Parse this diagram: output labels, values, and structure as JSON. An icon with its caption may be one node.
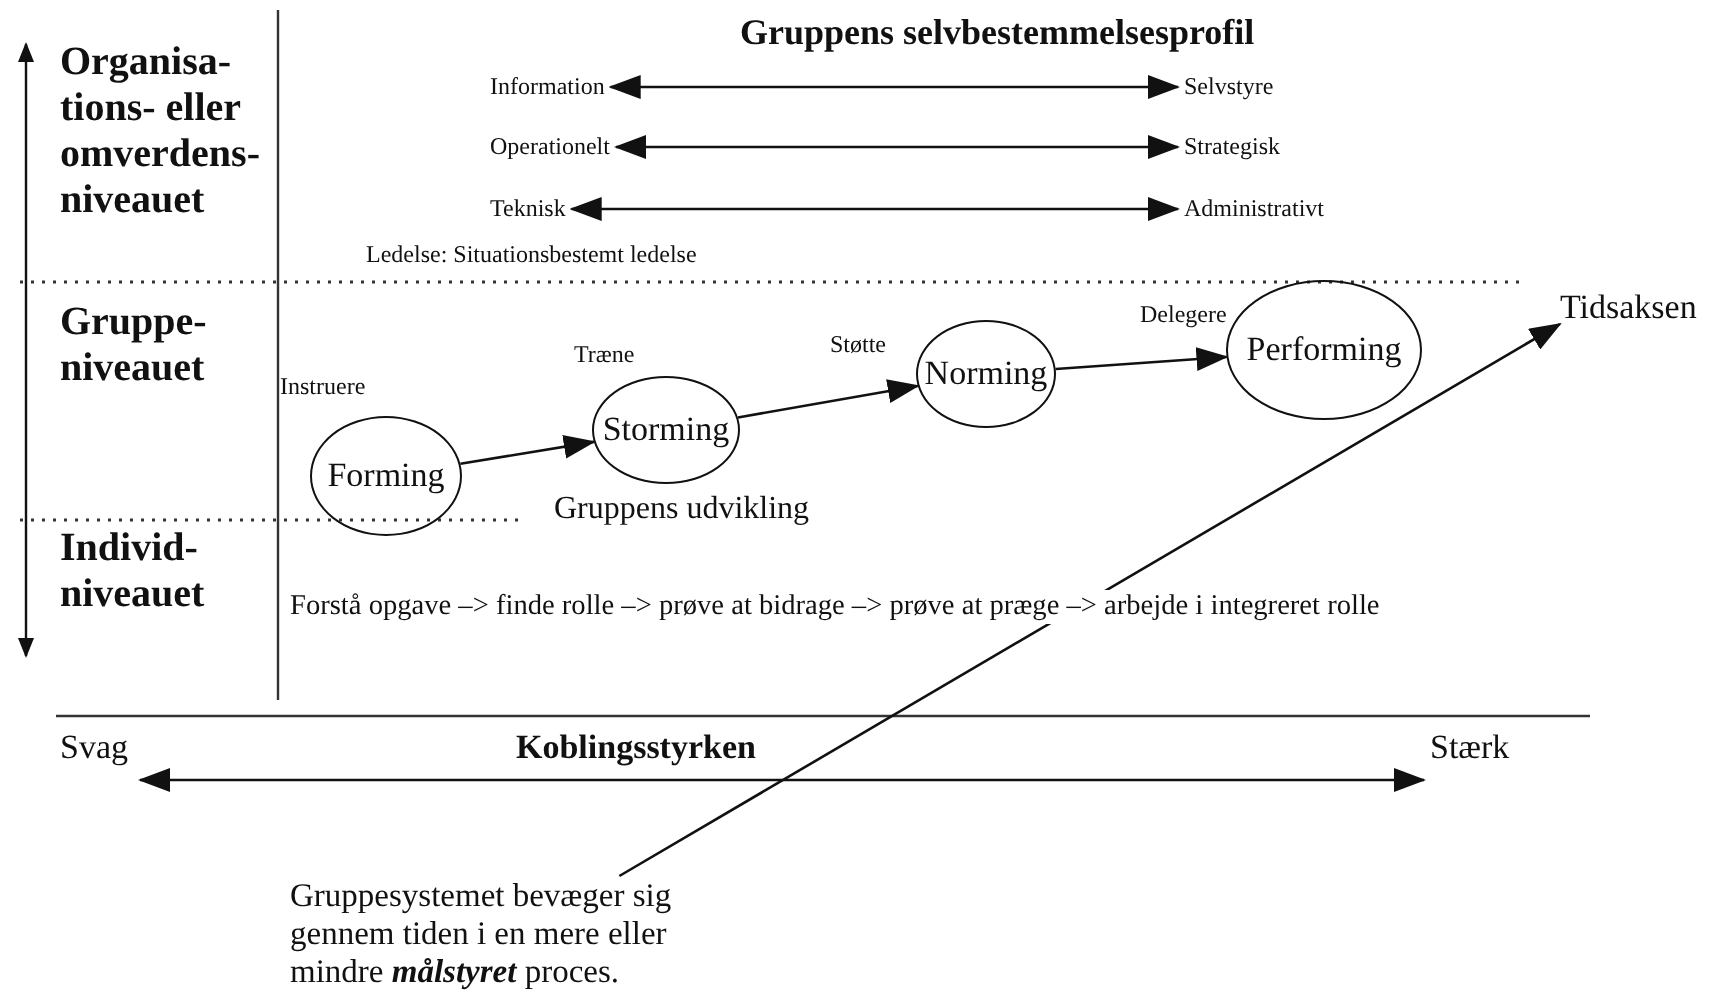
{
  "diagram": {
    "title": "Gruppens selvbestemmelsesprofil",
    "nodes": [
      {
        "text": [
          "Information"
        ]
      },
      {
        "text": [
          "Selvstyre"
        ]
      },
      {
        "text": [
          "Operationelt"
        ]
      },
      {
        "text": [
          "Strategisk"
        ]
      },
      {
        "text": [
          "Teknisk"
        ]
      },
      {
        "text": [
          "Administrativt"
        ]
      },
      {
        "text": [
          "Forming"
        ],
        "beside": [
          "Instruere"
        ]
      },
      {
        "text": [
          "Storming"
        ],
        "beside": [
          "Træne"
        ]
      },
      {
        "text": [
          "Norming"
        ],
        "beside": [
          "Støtte"
        ]
      },
      {
        "text": [
          "Performing"
        ],
        "beside": [
          "Delegere"
        ]
      },
      {
        "text": [
          "Tidsaksen"
        ]
      },
      {
        "text": [
          "Gruppesystemet bevæger sig gennem tiden i en mere eller mindre **målstyret** proces."
        ]
      },
      {
        "text": [
          "Svag"
        ]
      },
      {
        "text": [
          "Stærk"
        ]
      }
    ],
    "edges": [
      {
        "from": 0,
        "to": 1,
        "arrow": "both"
      },
      {
        "from": 2,
        "to": 3,
        "arrow": "both"
      },
      {
        "from": 4,
        "to": 5,
        "arrow": "both"
      },
      {
        "from": 6,
        "to": 7,
        "arrow": "to"
      },
      {
        "from": 7,
        "to": 8,
        "arrow": "to"
      },
      {
        "from": 8,
        "to": 9,
        "arrow": "to"
      },
      {
        "from": 11,
        "to": 10,
        "arrow": "to"
      },
      {
        "from": 12,
        "to": 13,
        "arrow": "both"
      }
    ],
    "labels": [
      "Organisa- tions- eller omverdens- niveauet",
      "Ledelse: Situationsbestemt ledelse",
      "Gruppe- niveauet",
      "Gruppens udvikling",
      "Individ- niveauet",
      "Forstå opgave –> finde rolle –> prøve at bidrage –> prøve at præge –> arbejde i integreret rolle",
      "Koblingsstyrken"
    ]
  }
}
